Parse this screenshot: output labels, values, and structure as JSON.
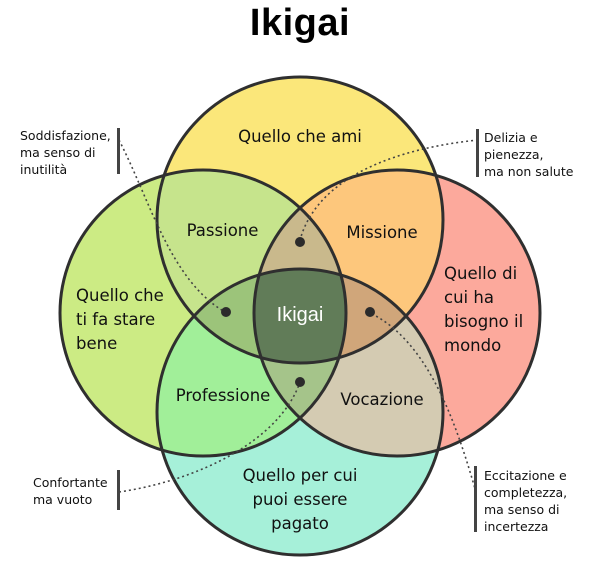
{
  "title": "Ikigai",
  "colors": {
    "love": "#fbe77a",
    "good_at": "#cceb84",
    "world_needs": "#fca99c",
    "paid": "#a6f0d9",
    "passion": "#c6e48c",
    "mission": "#fdc77c",
    "profession": "#a1ef99",
    "vocation": "#d4cbb2",
    "center": "#617c58"
  },
  "circles": {
    "love": "Quello che ami",
    "good_at": "Quello che\nti fa stare\nbene",
    "world_needs": "Quello di\ncui ha\nbisogno il\nmondo",
    "paid": "Quello per cui\npuoi essere\npagato"
  },
  "intersections": {
    "passion": "Passione",
    "mission": "Missione",
    "profession": "Professione",
    "vocation": "Vocazione",
    "center": "Ikigai"
  },
  "notes": {
    "top_left": "Soddisfazione,\nma senso di\ninutilità",
    "top_right": "Delizia e\npienezza,\nma non salute",
    "bottom_left": "Confortante\nma vuoto",
    "bottom_right": "Eccitazione e\ncompletezza,\nma senso di\nincertezza"
  }
}
